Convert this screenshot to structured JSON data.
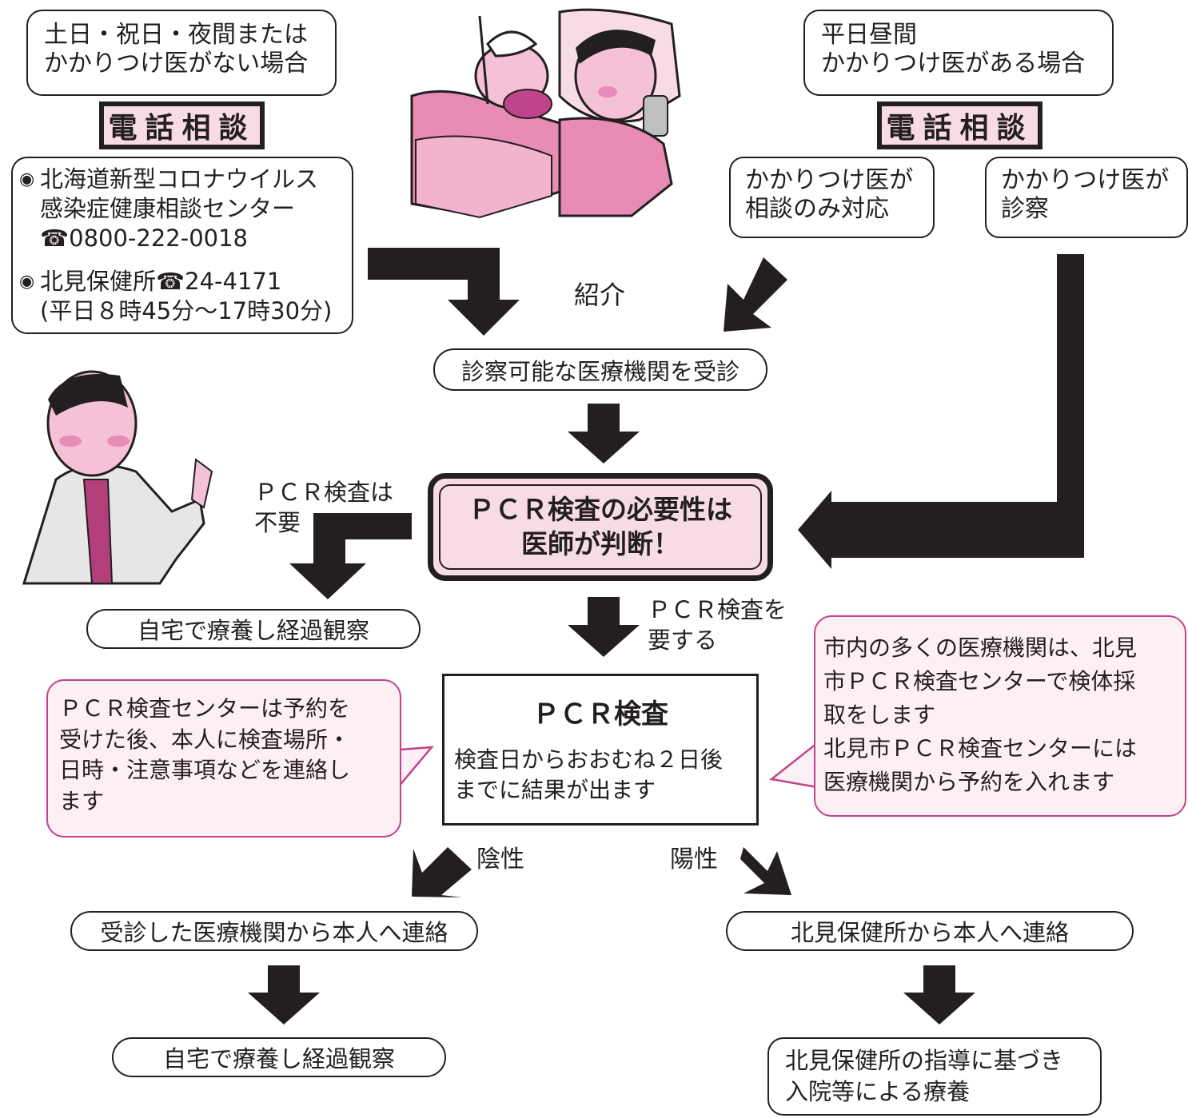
{
  "colors": {
    "ink": "#231f20",
    "pink_fill": "#f7dce6",
    "bubble_border": "#c1438a",
    "bubble_fill": "#fdf0f4",
    "illustration_pink": "#e88bb5"
  },
  "left_branch": {
    "condition": "土日・祝日・夜間または\nかかりつけ医がない場合",
    "banner": "電話相談",
    "item1_bullet": "◉",
    "item1": "北海道新型コロナウイルス\n感染症健康相談センター\n☎0800-222-0018",
    "item2_bullet": "◉",
    "item2": "北見保健所☎24-4171\n(平日８時45分～17時30分)"
  },
  "right_branch": {
    "condition": "平日昼間\nかかりつけ医がある場合",
    "banner": "電話相談",
    "option_consult": "かかりつけ医が\n相談のみ対応",
    "option_exam": "かかりつけ医が\n診察"
  },
  "referral_label": "紹介",
  "visit_box": "診察可能な医療機関を受診",
  "decision_box": "ＰＣＲ検査の必要性は\n医師が判断！",
  "not_needed_label": "ＰＣＲ検査は\n不要",
  "home_care_top": "自宅で療養し経過観察",
  "needed_label": "ＰＣＲ検査を\n要する",
  "pcr_box": {
    "title": "ＰＣＲ検査",
    "body": "検査日からおおむね２日後\nまでに結果が出ます"
  },
  "bubble_left": "ＰＣＲ検査センターは予約を\n受けた後、本人に検査場所・\n日時・注意事項などを連絡し\nます",
  "bubble_right": "市内の多くの医療機関は、北見\n市ＰＣＲ検査センターで検体採\n取をします\n北見市ＰＣＲ検査センターには\n医療機関から予約を入れます",
  "negative_label": "陰性",
  "positive_label": "陽性",
  "negative_contact": "受診した医療機関から本人へ連絡",
  "positive_contact": "北見保健所から本人へ連絡",
  "home_care_bottom": "自宅で療養し経過観察",
  "hospital_care": "北見保健所の指導に基づき\n入院等による療養"
}
